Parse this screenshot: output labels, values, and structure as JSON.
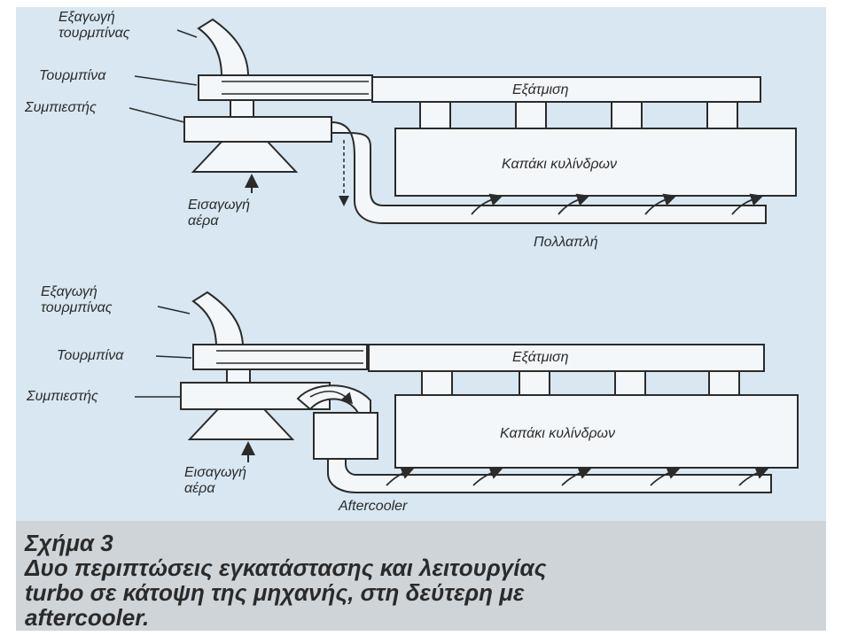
{
  "colors": {
    "panel": "#d8e7f2",
    "caption_panel": "#cfd4d9",
    "component_fill": "#f4f7fa",
    "outline": "#2b2b2b"
  },
  "top_diagram": {
    "turbine_exhaust": "Εξαγωγή\nτουρμπίνας",
    "turbine": "Τουρμπίνα",
    "compressor": "Συμπιεστής",
    "air_intake": "Εισαγωγή\nαέρα",
    "exhaust": "Εξάτμιση",
    "cylinder_head": "Καπάκι κυλίνδρων",
    "manifold": "Πολλαπλή"
  },
  "bottom_diagram": {
    "turbine_exhaust": "Εξαγωγή\nτουρμπίνας",
    "turbine": "Τουρμπίνα",
    "compressor": "Συμπιεστής",
    "air_intake": "Εισαγωγή\nαέρα",
    "exhaust": "Εξάτμιση",
    "cylinder_head": "Καπάκι κυλίνδρων",
    "aftercooler": "Aftercooler"
  },
  "caption": {
    "title": "Σχήμα 3",
    "lines": [
      "Δυο περιπτώσεις εγκατάστασης και λειτουργίας",
      "turbo σε κάτοψη της μηχανής, στη δεύτερη με",
      "aftercooler."
    ]
  }
}
